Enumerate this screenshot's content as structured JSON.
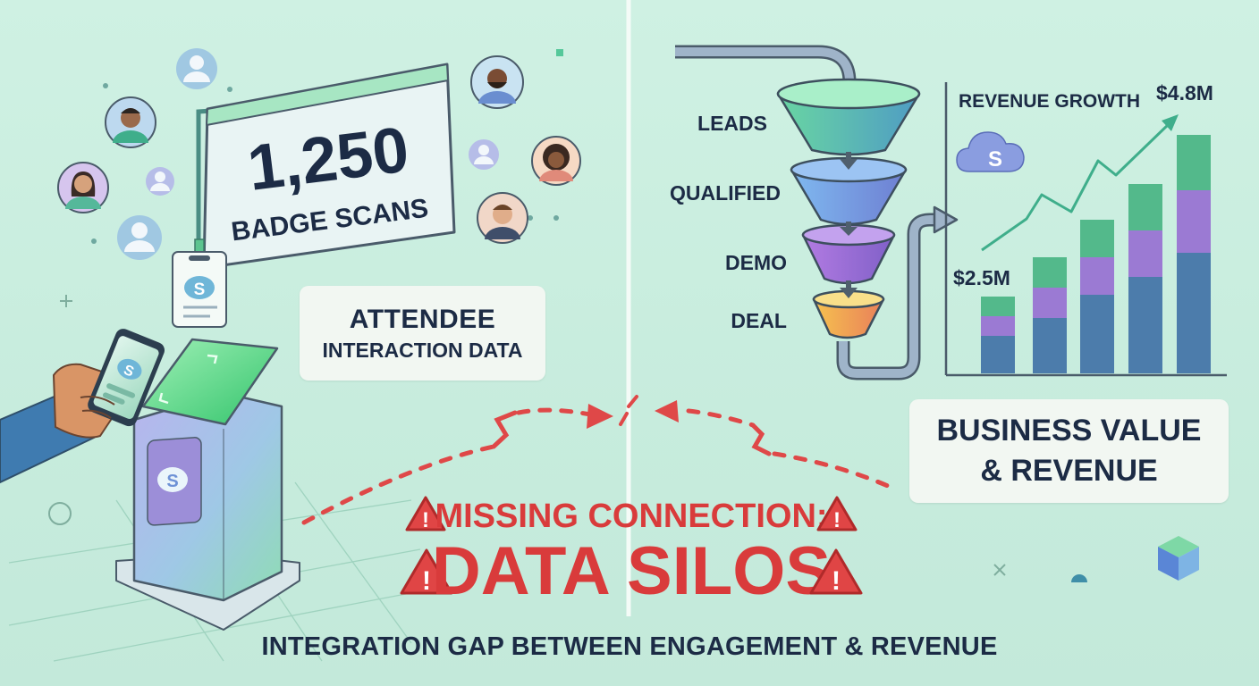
{
  "badge_panel": {
    "count": "1,250",
    "caption": "BADGE SCANS"
  },
  "attendee_box": {
    "line1": "ATTENDEE",
    "line2": "INTERACTION DATA"
  },
  "brand_icon_letter": "S",
  "funnel": {
    "stages": [
      "LEADS",
      "QUALIFIED",
      "DEMO",
      "DEAL"
    ]
  },
  "revenue_chart": {
    "title": "REVENUE GROWTH",
    "start_label": "$2.5M",
    "end_label": "$4.8M"
  },
  "chart_data": {
    "type": "bar",
    "title": "REVENUE GROWTH",
    "bars": 5,
    "stacked": true,
    "trend_line": true,
    "annotations": [
      "$2.5M",
      "$4.8M"
    ]
  },
  "business_box": {
    "line1": "BUSINESS VALUE",
    "line2": "& REVENUE"
  },
  "warning": {
    "line1": "MISSING CONNECTION:",
    "line2": "DATA SILOS",
    "icon_glyph": "!"
  },
  "bottom_caption": "INTEGRATION GAP BETWEEN ENGAGEMENT & REVENUE",
  "colors": {
    "background": "#cdeee0",
    "navy_text": "#1c2b45",
    "warning_red": "#d93b3b",
    "funnel_teal": "#5fb8a8",
    "funnel_blue": "#6a8fd6",
    "funnel_purple": "#9a6fd1",
    "funnel_orange": "#f0a24a",
    "bar_navy": "#4c7cab",
    "bar_purple": "#9b7ad3",
    "bar_green": "#53b98b"
  }
}
